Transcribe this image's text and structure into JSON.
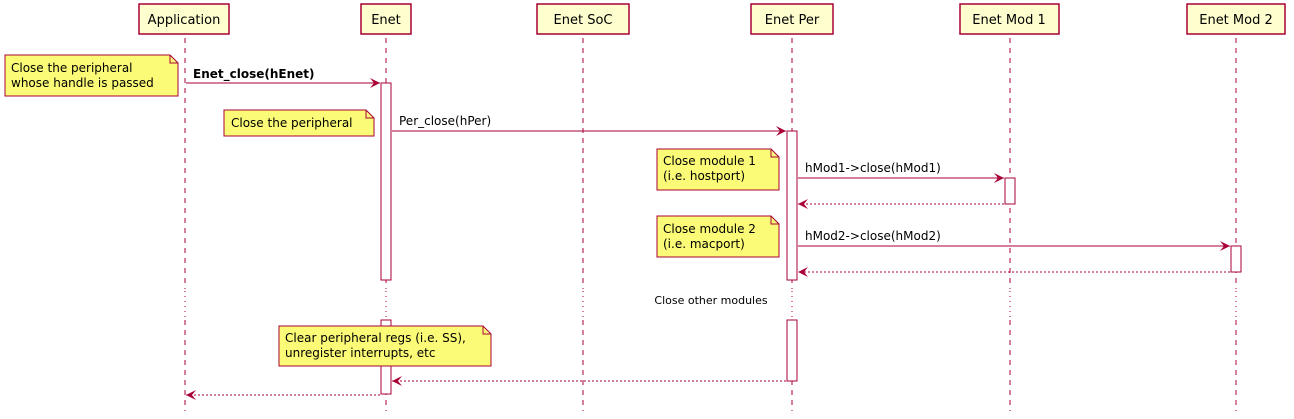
{
  "participants": [
    {
      "id": "app",
      "label": "Application"
    },
    {
      "id": "enet",
      "label": "Enet"
    },
    {
      "id": "soc",
      "label": "Enet SoC"
    },
    {
      "id": "per",
      "label": "Enet Per"
    },
    {
      "id": "mod1",
      "label": "Enet Mod 1"
    },
    {
      "id": "mod2",
      "label": "Enet Mod 2"
    }
  ],
  "messages": [
    {
      "from": "app",
      "to": "enet",
      "label": "Enet_close(hEnet)",
      "style": "solid",
      "bold": true
    },
    {
      "from": "enet",
      "to": "per",
      "label": "Per_close(hPer)",
      "style": "solid",
      "bold": false
    },
    {
      "from": "per",
      "to": "mod1",
      "label": "hMod1->close(hMod1)",
      "style": "solid",
      "bold": false
    },
    {
      "from": "mod1",
      "to": "per",
      "label": "",
      "style": "dashed",
      "bold": false
    },
    {
      "from": "per",
      "to": "mod2",
      "label": "hMod2->close(hMod2)",
      "style": "solid",
      "bold": false
    },
    {
      "from": "mod2",
      "to": "per",
      "label": "",
      "style": "dashed",
      "bold": false
    },
    {
      "from": "per",
      "to": "enet",
      "label": "",
      "style": "dashed",
      "bold": false
    },
    {
      "from": "enet",
      "to": "app",
      "label": "",
      "style": "dashed",
      "bold": false
    }
  ],
  "notes": [
    {
      "lines": [
        "Close the peripheral",
        "whose handle is passed"
      ]
    },
    {
      "lines": [
        "Close the peripheral"
      ]
    },
    {
      "lines": [
        "Close module 1",
        "(i.e. hostport)"
      ]
    },
    {
      "lines": [
        "Close module 2",
        "(i.e. macport)"
      ]
    },
    {
      "lines": [
        "Clear peripheral regs (i.e. SS),",
        "unregister interrupts, etc"
      ]
    }
  ],
  "divider": {
    "label": "Close other modules"
  },
  "colors": {
    "lifeline": "#A80036",
    "participant_fill": "#FEFECE",
    "participant_border": "#A80036",
    "arrow": "#A80036",
    "note_fill": "#FBFB77",
    "note_border": "#A80036"
  }
}
